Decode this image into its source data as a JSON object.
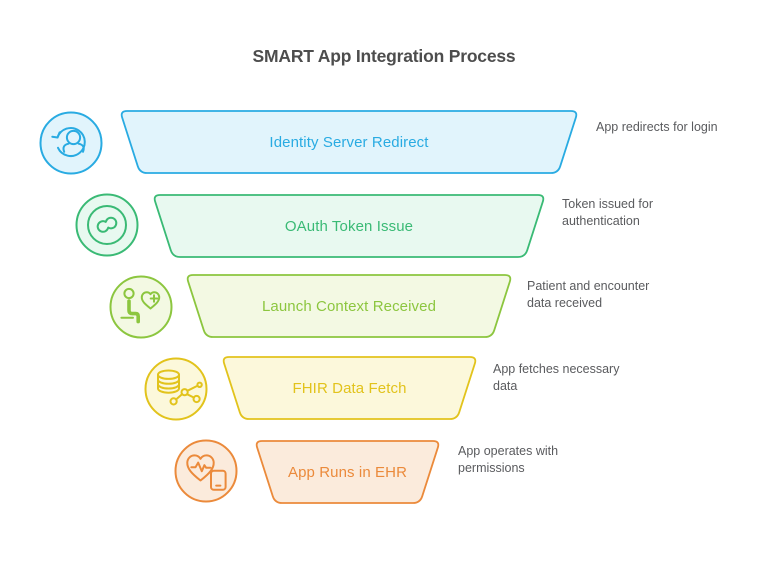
{
  "title": "SMART App Integration Process",
  "stages": [
    {
      "label": "Identity Server Redirect",
      "description": "App redirects for login",
      "icon": "user-redirect-icon",
      "color": "#29ABE2",
      "fill": "#E1F4FC"
    },
    {
      "label": "OAuth Token Issue",
      "description": "Token issued for authentication",
      "icon": "oauth-token-icon",
      "color": "#3ABA75",
      "fill": "#E8F9F0"
    },
    {
      "label": "Launch Context Received",
      "description": "Patient and encounter data received",
      "icon": "patient-context-icon",
      "color": "#8CC63F",
      "fill": "#F3F9E3"
    },
    {
      "label": "FHIR Data Fetch",
      "description": "App fetches necessary data",
      "icon": "fhir-database-icon",
      "color": "#E2C31C",
      "fill": "#FCF8DB"
    },
    {
      "label": "App Runs in EHR",
      "description": "App operates with permissions",
      "icon": "ehr-app-icon",
      "color": "#EB8A3B",
      "fill": "#FBEBDC"
    }
  ]
}
